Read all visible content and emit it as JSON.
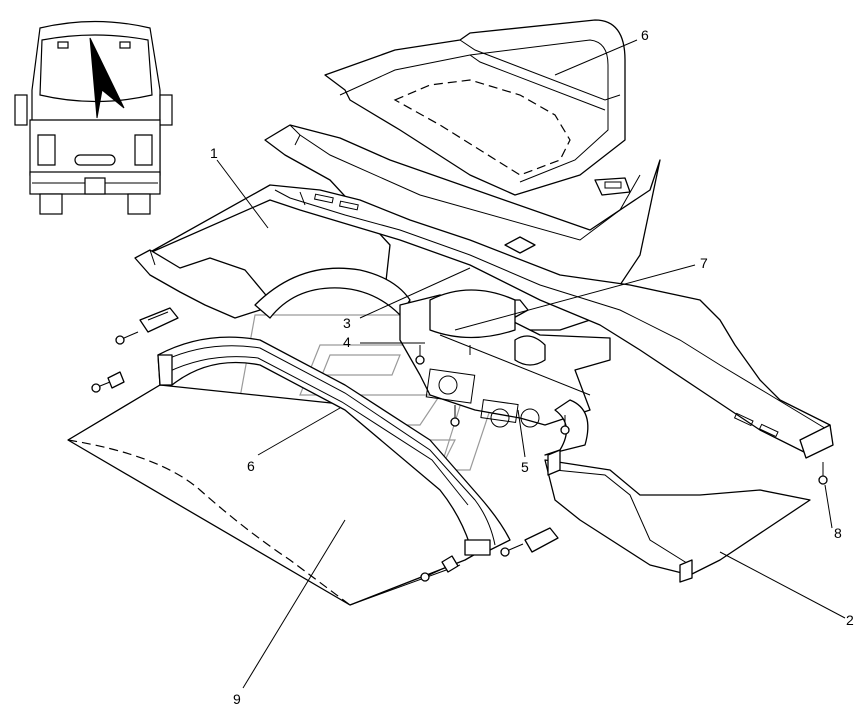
{
  "callouts": {
    "c1": "1",
    "c2": "2",
    "c3": "3",
    "c4": "4",
    "c5": "5",
    "c6a": "6",
    "c6b": "6",
    "c7": "7",
    "c8": "8",
    "c9": "9"
  },
  "icons": {
    "locator": "bus-rear-locator-icon",
    "arrow": "location-arrow-icon",
    "screw": "screw-icon",
    "clip": "clip-icon"
  }
}
